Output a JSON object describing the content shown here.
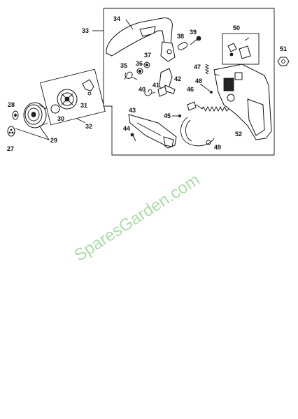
{
  "watermark": "SparesGarden.com",
  "colors": {
    "line": "#111111",
    "watermark": "#8fd18b",
    "background": "#ffffff"
  },
  "callouts": [
    {
      "id": "33",
      "label": "33"
    },
    {
      "id": "34",
      "label": "34"
    },
    {
      "id": "38",
      "label": "38"
    },
    {
      "id": "39",
      "label": "39"
    },
    {
      "id": "50",
      "label": "50"
    },
    {
      "id": "51",
      "label": "51"
    },
    {
      "id": "37",
      "label": "37"
    },
    {
      "id": "35",
      "label": "35"
    },
    {
      "id": "36",
      "label": "36"
    },
    {
      "id": "42",
      "label": "42"
    },
    {
      "id": "47",
      "label": "47"
    },
    {
      "id": "48",
      "label": "48"
    },
    {
      "id": "40",
      "label": "40"
    },
    {
      "id": "41",
      "label": "41"
    },
    {
      "id": "46",
      "label": "46"
    },
    {
      "id": "31",
      "label": "31"
    },
    {
      "id": "28",
      "label": "28"
    },
    {
      "id": "30",
      "label": "30"
    },
    {
      "id": "32",
      "label": "32"
    },
    {
      "id": "43",
      "label": "43"
    },
    {
      "id": "45",
      "label": "45"
    },
    {
      "id": "52",
      "label": "52"
    },
    {
      "id": "44",
      "label": "44"
    },
    {
      "id": "29",
      "label": "29"
    },
    {
      "id": "49",
      "label": "49"
    },
    {
      "id": "27",
      "label": "27"
    }
  ]
}
